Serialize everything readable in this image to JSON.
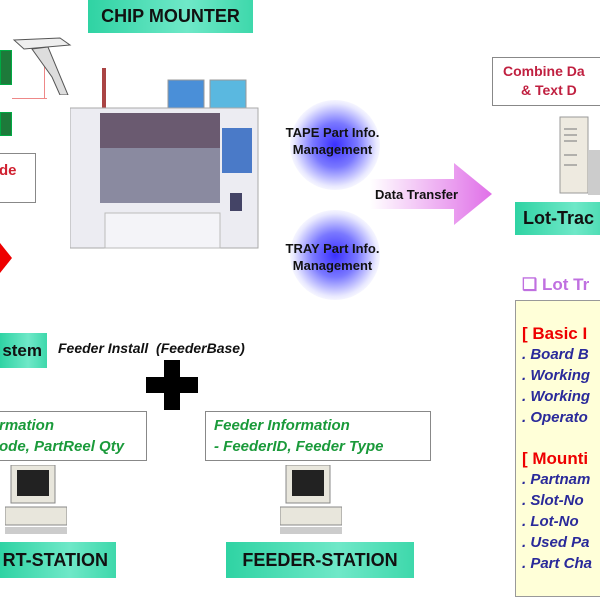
{
  "title": "CHIP MOUNTER",
  "left_box_text": "de",
  "tape": [
    "TAPE Part Info.",
    "Management"
  ],
  "tray": [
    "TRAY Part Info.",
    "Management"
  ],
  "data_transfer": "Data Transfer",
  "combine": [
    "Combine Da",
    "& Text D"
  ],
  "lot_trac": "Lot-Trac",
  "lot_tr_heading": "❑ Lot Tr",
  "system_label": "stem",
  "feeder_install": "Feeder Install  (FeederBase)",
  "part_info": [
    "rmation",
    "ode, PartReel Qty"
  ],
  "feeder_info": [
    "Feeder Information",
    "- FeederID, Feeder Type"
  ],
  "part_station": "RT-STATION",
  "feeder_station": "FEEDER-STATION",
  "basic_heading": "[ Basic I",
  "basic_items": [
    ". Board B",
    ". Working",
    ". Working",
    ". Operato"
  ],
  "mount_heading": "[ Mounti",
  "mount_items": [
    ". Partnam",
    ". Slot-No",
    ". Lot-No",
    ". Used Pa",
    ". Part Cha"
  ],
  "colors": {
    "teal": "#3ed8ab",
    "red": "#e00000",
    "green_text": "#1a9a3a",
    "blue_text": "#2a2a9a",
    "yellow_bg": "#ffffd8",
    "purple": "#c070e0"
  }
}
